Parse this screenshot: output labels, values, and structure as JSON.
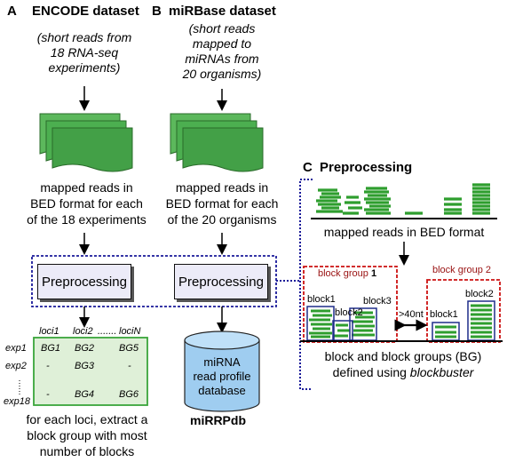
{
  "panel_a": {
    "letter": "A",
    "title": "ENCODE dataset",
    "subtitle_lines": [
      "(short reads from",
      "18 RNA-seq",
      "experiments)"
    ],
    "mapped_lines": [
      "mapped reads in",
      "BED format for each",
      "of the 18 experiments"
    ],
    "preprocess_label": "Preprocessing",
    "columns": [
      "loci1",
      "loci2",
      "lociN"
    ],
    "col_ellipsis": ".......",
    "rows": [
      {
        "label": "exp1",
        "cells": [
          "BG1",
          "BG2",
          "BG5"
        ]
      },
      {
        "label": "exp2",
        "cells": [
          "-",
          "BG3",
          "-"
        ]
      },
      {
        "label": "exp18",
        "cells": [
          "-",
          "BG4",
          "BG6"
        ]
      }
    ],
    "result_lines": [
      "for each loci, extract a",
      "block group with most",
      "number of blocks"
    ]
  },
  "panel_b": {
    "letter": "B",
    "title": "miRBase dataset",
    "subtitle_lines": [
      "(short reads",
      "mapped to",
      "miRNAs from",
      "20 organisms)"
    ],
    "mapped_lines": [
      "mapped reads in",
      "BED format for each",
      "of the 20 organisms"
    ],
    "preprocess_label": "Preprocessing",
    "db_lines": [
      "miRNA",
      "read profile",
      "database"
    ],
    "db_name": "miRRPdb"
  },
  "panel_c": {
    "letter": "C",
    "title": "Preprocessing",
    "mapped_label": "mapped reads in BED format",
    "group1_label_prefix": "block group ",
    "group1_num": "1",
    "group2_label": "block group 2",
    "block1": "block1",
    "block2": "block2",
    "block3": "block3",
    "gap_label": ">40nt",
    "g2_block1": "block1",
    "g2_block2": "block2",
    "caption_line1": "block and block groups (BG)",
    "caption_line2_prefix": "defined using ",
    "caption_line2_tool": "blockbuster"
  },
  "colors": {
    "read_green": "#2e9e2e",
    "doc_green": "#4caf50",
    "grid_bg": "#dff0d8",
    "grid_border": "#3aa53a",
    "dashed_blue": "#1a1a99",
    "dashed_red": "#cc1111",
    "group_label_red": "#991111",
    "block_blue": "#1f2d8a",
    "db_blue": "#9fcdf0"
  }
}
